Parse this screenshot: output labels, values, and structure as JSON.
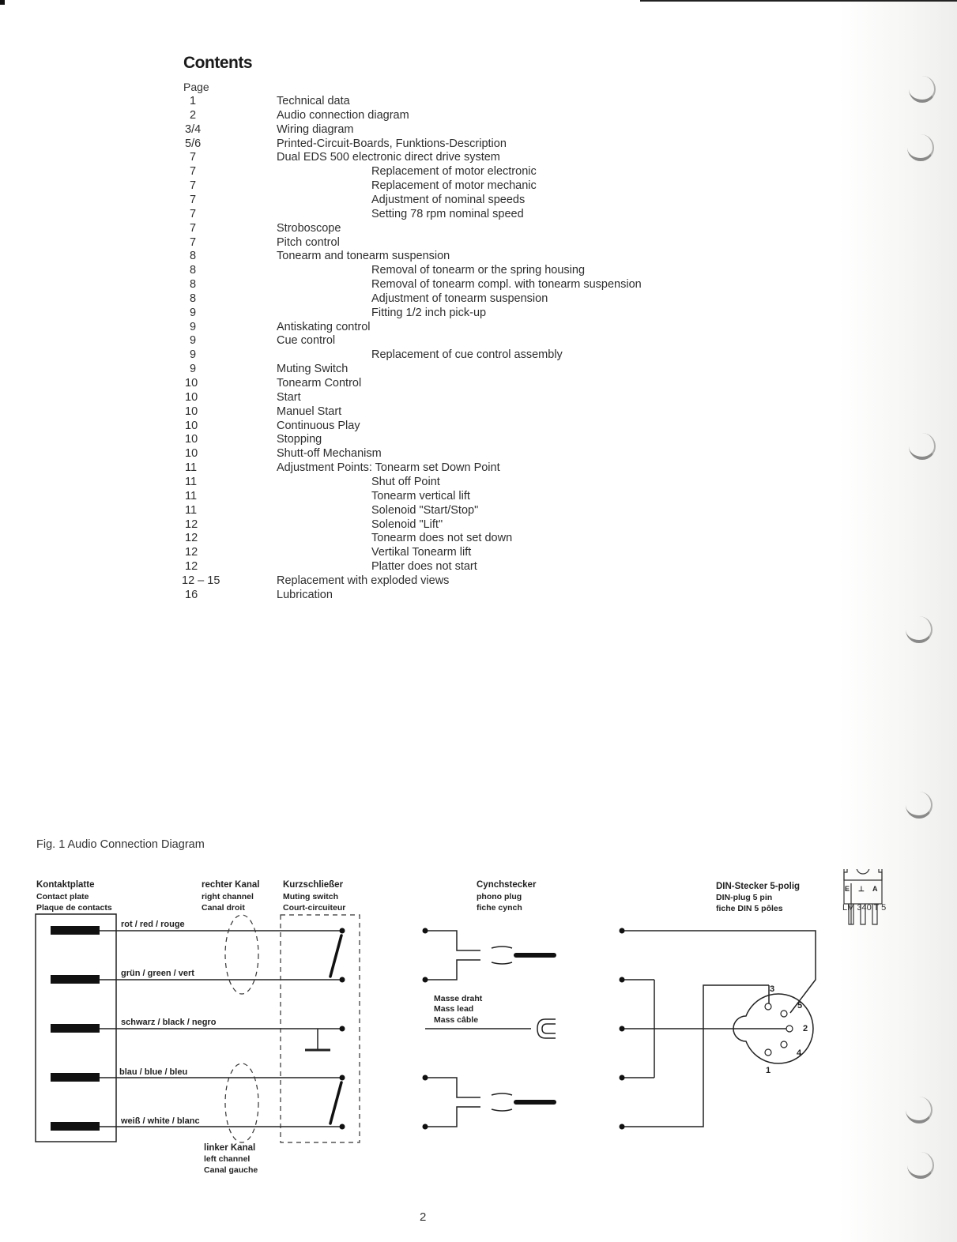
{
  "contents": {
    "title": "Contents",
    "page_header": "Page",
    "entries": [
      {
        "page": "1",
        "text": "Technical data",
        "indent": 0
      },
      {
        "page": "2",
        "text": "Audio connection diagram",
        "indent": 0
      },
      {
        "page": "3/4",
        "text": "Wiring diagram",
        "indent": 0
      },
      {
        "page": "5/6",
        "text": "Printed-Circuit-Boards, Funktions-Description",
        "indent": 0
      },
      {
        "page": "7",
        "text": "Dual EDS 500 electronic direct drive system",
        "indent": 0
      },
      {
        "page": "7",
        "text": "Replacement of motor electronic",
        "indent": 1
      },
      {
        "page": "7",
        "text": "Replacement of motor mechanic",
        "indent": 1
      },
      {
        "page": "7",
        "text": "Adjustment of nominal speeds",
        "indent": 1
      },
      {
        "page": "7",
        "text": "Setting 78 rpm nominal speed",
        "indent": 1
      },
      {
        "page": "7",
        "text": "Stroboscope",
        "indent": 0
      },
      {
        "page": "7",
        "text": "Pitch control",
        "indent": 0
      },
      {
        "page": "8",
        "text": "Tonearm and tonearm suspension",
        "indent": 0
      },
      {
        "page": "8",
        "text": "Removal of tonearm or the spring housing",
        "indent": 1
      },
      {
        "page": "8",
        "text": "Removal of tonearm compl. with tonearm suspension",
        "indent": 1
      },
      {
        "page": "8",
        "text": "Adjustment of tonearm suspension",
        "indent": 1
      },
      {
        "page": "9",
        "text": "Fitting 1/2 inch pick-up",
        "indent": 1
      },
      {
        "page": "9",
        "text": "Antiskating control",
        "indent": 0
      },
      {
        "page": "9",
        "text": "Cue control",
        "indent": 0
      },
      {
        "page": "9",
        "text": "Replacement of cue control assembly",
        "indent": 1
      },
      {
        "page": "9",
        "text": "Muting Switch",
        "indent": 0
      },
      {
        "page": "10",
        "text": "Tonearm Control",
        "indent": 0
      },
      {
        "page": "10",
        "text": "Start",
        "indent": 0
      },
      {
        "page": "10",
        "text": "Manuel Start",
        "indent": 0
      },
      {
        "page": "10",
        "text": "Continuous Play",
        "indent": 0
      },
      {
        "page": "10",
        "text": "Stopping",
        "indent": 0
      },
      {
        "page": "10",
        "text": "Shutt-off Mechanism",
        "indent": 0
      },
      {
        "page": "11",
        "text": "Adjustment Points: Tonearm set Down Point",
        "indent": 0
      },
      {
        "page": "11",
        "text": "Shut off Point",
        "indent": 1
      },
      {
        "page": "11",
        "text": "Tonearm vertical lift",
        "indent": 1
      },
      {
        "page": "11",
        "text": "Solenoid \"Start/Stop\"",
        "indent": 1
      },
      {
        "page": "12",
        "text": "Solenoid \"Lift\"",
        "indent": 1
      },
      {
        "page": "12",
        "text": "Tonearm does not set down",
        "indent": 1
      },
      {
        "page": "12",
        "text": "Vertikal Tonearm lift",
        "indent": 1
      },
      {
        "page": "12",
        "text": "Platter does not start",
        "indent": 1
      },
      {
        "page": "12 – 15",
        "text": "Replacement with exploded views",
        "indent": 0
      },
      {
        "page": "16",
        "text": "Lubrication",
        "indent": 0
      }
    ]
  },
  "figure": {
    "caption": "Fig. 1  Audio Connection Diagram",
    "contact_plate": [
      "Kontaktplatte",
      "Contact plate",
      "Plaque de contacts"
    ],
    "right_channel": [
      "rechter Kanal",
      "right channel",
      "Canal droit"
    ],
    "left_channel": [
      "linker Kanal",
      "left channel",
      "Canal gauche"
    ],
    "muting_switch": [
      "Kurzschließer",
      "Muting switch",
      "Court-circuiteur"
    ],
    "phono_plug": [
      "Cynchstecker",
      "phono plug",
      "fiche cynch"
    ],
    "din_plug": [
      "DIN-Stecker 5-polig",
      "DIN-plug 5 pin",
      "fiche DIN 5 pôles"
    ],
    "mass_lead": [
      "Masse draht",
      "Mass lead",
      "Mass câble"
    ],
    "wires": [
      "rot / red / rouge",
      "grün / green / vert",
      "schwarz / black / negro",
      "blau / blue / bleu",
      "weiß / white / blanc"
    ],
    "din_pins": [
      "3",
      "5",
      "2",
      "4",
      "1"
    ],
    "regulator_pins": [
      "E",
      "⊥",
      "A"
    ],
    "regulator_label": "LM 340 T 5"
  },
  "page_number": "2"
}
